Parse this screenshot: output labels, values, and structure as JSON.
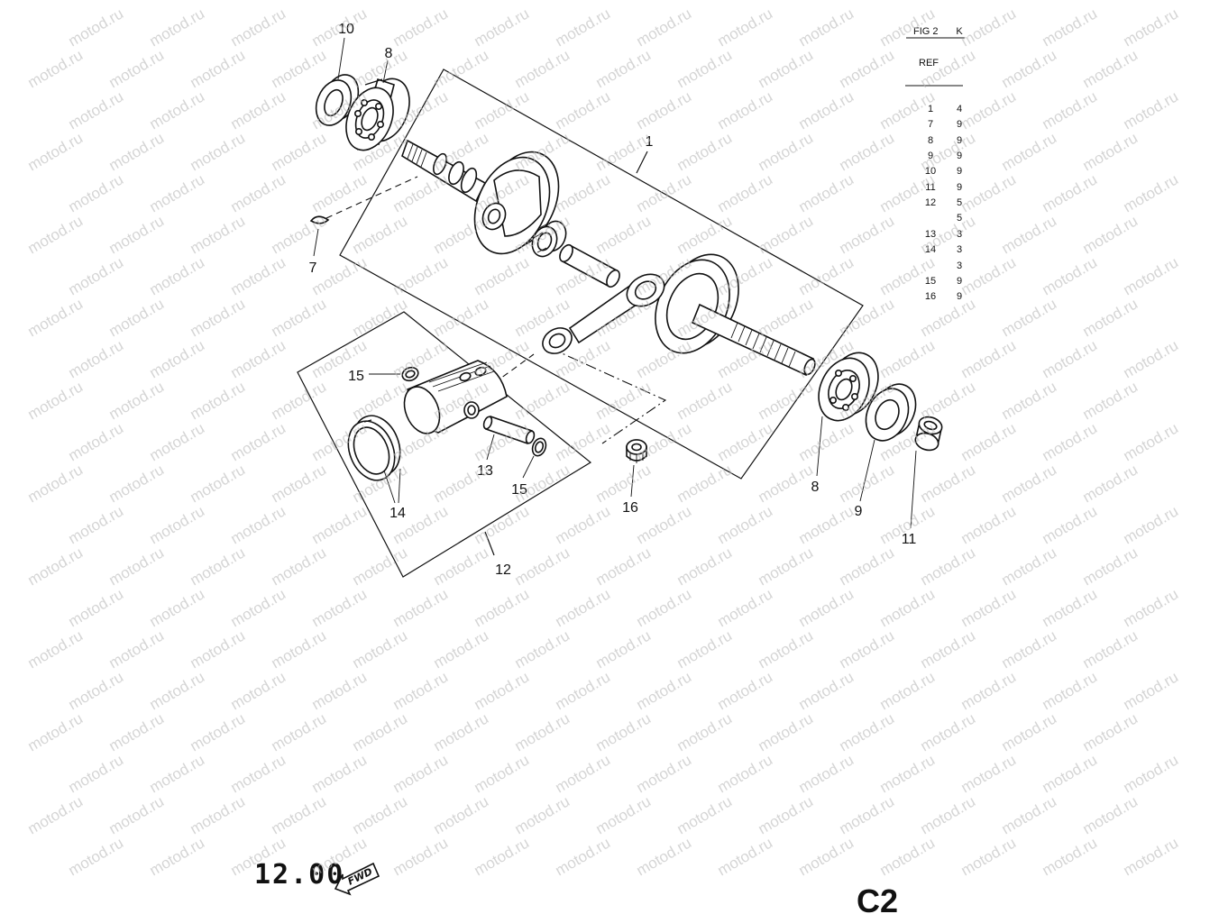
{
  "watermark": {
    "text": "motod.ru",
    "color": "#b9b9b9"
  },
  "callouts": {
    "seal_top": "10",
    "bearing_top": "8",
    "crankshaft": "1",
    "key": "7",
    "clip_left": "15",
    "pin": "13",
    "clip_right": "15",
    "rings": "14",
    "needle_bearing": "16",
    "piston_set": "12",
    "bearing_right": "8",
    "seal_right": "9",
    "spacer": "11"
  },
  "ref_table": {
    "fig": "FIG 2",
    "key_col": "K",
    "ref_header": "REF",
    "rows": [
      {
        "ref": "1",
        "qty": "4"
      },
      {
        "ref": "7",
        "qty": "9"
      },
      {
        "ref": "8",
        "qty": "9"
      },
      {
        "ref": "9",
        "qty": "9"
      },
      {
        "ref": "10",
        "qty": "9"
      },
      {
        "ref": "11",
        "qty": "9"
      },
      {
        "ref": "12",
        "qty": "5"
      },
      {
        "ref": "",
        "qty": "5"
      },
      {
        "ref": "13",
        "qty": "3"
      },
      {
        "ref": "14",
        "qty": "3"
      },
      {
        "ref": "",
        "qty": "3"
      },
      {
        "ref": "15",
        "qty": "9"
      },
      {
        "ref": "16",
        "qty": "9"
      }
    ]
  },
  "footer": {
    "code": "12.00",
    "fwd": "FWD",
    "page": "C2"
  }
}
